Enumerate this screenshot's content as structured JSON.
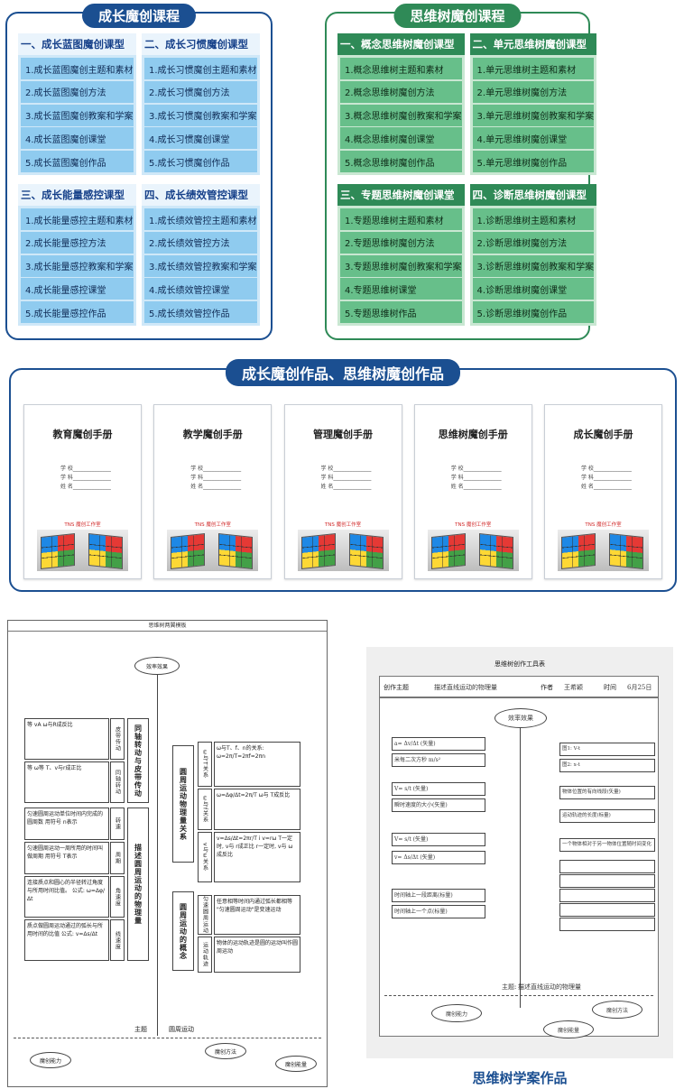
{
  "growth_panel": {
    "title": "成长魔创课程",
    "groups": [
      {
        "heading": "一、成长蓝图魔创课型",
        "items": [
          "1.成长蓝图魔创主题和素材",
          "2.成长蓝图魔创方法",
          "3.成长蓝图魔创教案和学案",
          "4.成长蓝图魔创课堂",
          "5.成长蓝图魔创作品"
        ]
      },
      {
        "heading": "二、成长习惯魔创课型",
        "items": [
          "1.成长习惯魔创主题和素材",
          "2.成长习惯魔创方法",
          "3.成长习惯魔创教案和学案",
          "4.成长习惯魔创课堂",
          "5.成长习惯魔创作品"
        ]
      },
      {
        "heading": "三、成长能量感控课型",
        "items": [
          "1.成长能量感控主题和素材",
          "2.成长能量感控方法",
          "3.成长能量感控教案和学案",
          "4.成长能量感控课堂",
          "5.成长能量感控作品"
        ]
      },
      {
        "heading": "四、成长绩效管控课型",
        "items": [
          "1.成长绩效管控主题和素材",
          "2.成长绩效管控方法",
          "3.成长绩效管控教案和学案",
          "4.成长绩效管控课堂",
          "5.成长绩效管控作品"
        ]
      }
    ]
  },
  "tree_panel": {
    "title": "思维树魔创课程",
    "groups": [
      {
        "heading": "一、概念思维树魔创课型",
        "items": [
          "1.概念思维树主题和素材",
          "2.概念思维树魔创方法",
          "3.概念思维树魔创教案和学案",
          "4.概念思维树魔创课堂",
          "5.概念思维树魔创作品"
        ]
      },
      {
        "heading": "二、单元思维树魔创课型",
        "items": [
          "1.单元思维树主题和素材",
          "2.单元思维树魔创方法",
          "3.单元思维树魔创教案和学案",
          "4.单元思维树魔创课堂",
          "5.单元思维树魔创作品"
        ]
      },
      {
        "heading": "三、专题思维树魔创课堂",
        "items": [
          "1.专题思维树主题和素材",
          "2.专题思维树魔创方法",
          "3.专题思维树魔创教案和学案",
          "4.专题思维树课堂",
          "5.专题思维树作品"
        ]
      },
      {
        "heading": "四、诊断思维树魔创课型",
        "items": [
          "1.诊断思维树主题和素材",
          "2.诊断思维树魔创方法",
          "3.诊断思维树魔创教案和学案",
          "4.诊断思维树魔创课堂",
          "5.诊断思维树魔创作品"
        ]
      }
    ]
  },
  "works_panel": {
    "title": "成长魔创作品、思维树魔创作品",
    "fields": [
      "学 校______________",
      "学 科______________",
      "姓 名______________"
    ],
    "studio": "TNS 魔创工作室",
    "books": [
      "教育魔创手册",
      "教学魔创手册",
      "管理魔创手册",
      "思维树魔创手册",
      "成长魔创手册"
    ]
  },
  "left_sheet": {
    "header": "思维树两翼模板",
    "top_oval": "效率效果",
    "left_boxes": [
      "等 vA  ω与R成反比",
      "等 ω等 T、v与r成正比",
      "匀速圆周运动单位时间内完成的圆周数  用符号 n表示",
      "匀速圆周运动一周所用的时间叫做周期  用符号 T表示",
      "连接质点和圆心的半径转过角度与所用时间比值。 公式: ω=Δφ/Δt",
      "质点做圆周运动通过的弧长与所用时间的比值  公式: v=Δs/Δt"
    ],
    "left_small": [
      "皮带传动",
      "同轴转动",
      "转速",
      "周期",
      "角速度",
      "线速度"
    ],
    "left_mid": [
      "同轴转动与皮带传动",
      "描述圆周运动的物理量"
    ],
    "right_big": [
      "圆周运动物理量关系",
      "圆周运动的概念"
    ],
    "right_small": [
      "ω与T关系",
      "ω与f关系",
      "v与ω关系",
      "匀速圆周运动",
      "运动轨迹"
    ],
    "right_boxes": [
      "ω与T、f、n的关系: ω=2π/T=2πf=2πn",
      "ω=Δφ/Δt=2π/T  ω与 T成反比",
      "v=Δs/Δt=2πr/T  i v=rω  T一定时, v与 r成正比  r一定时, v与 ω成反比",
      "任意相等时间内通过弧长都相等  \"匀速圆周运动\"是变速运动",
      "物体的运动轨迹是圆的运动叫作圆周运动"
    ],
    "subject_label": "主题",
    "subject": "圆周运动",
    "bottom_ovals": [
      "魔创能力",
      "魔创方法",
      "魔创能量"
    ]
  },
  "right_sheet": {
    "header": "思维树创作工具表",
    "topic_label": "创作主题",
    "topic": "描述直线运动的物理量",
    "author_label": "作者",
    "author": "王希颖",
    "time_label": "时间",
    "time": "6月25日",
    "top_oval": "效率效果",
    "left_boxes": [
      "a= Δv/Δt (矢量)",
      "米每二次方秒 m/s²",
      "V= s/t (矢量)",
      "瞬时速度的大小(矢量)",
      "V= s/t (矢量)",
      "v= Δs/Δt (矢量)",
      "时间轴上一段距离(标量)",
      "时间轴上一个点(标量)"
    ],
    "right_boxes": [
      "图1: V-t",
      "图2: x-t",
      "物体位置的有向线段(矢量)",
      "运动轨迹的长度(标量)",
      "一个物体相对于另一物体位置随时间变化",
      "",
      "",
      "",
      "",
      ""
    ],
    "subject_label": "主题:",
    "subject": "描述直线运动的物理量",
    "bottom_ovals": [
      "魔创能力",
      "魔创方法",
      "魔创能量"
    ]
  },
  "caption": "思维树学案作品"
}
